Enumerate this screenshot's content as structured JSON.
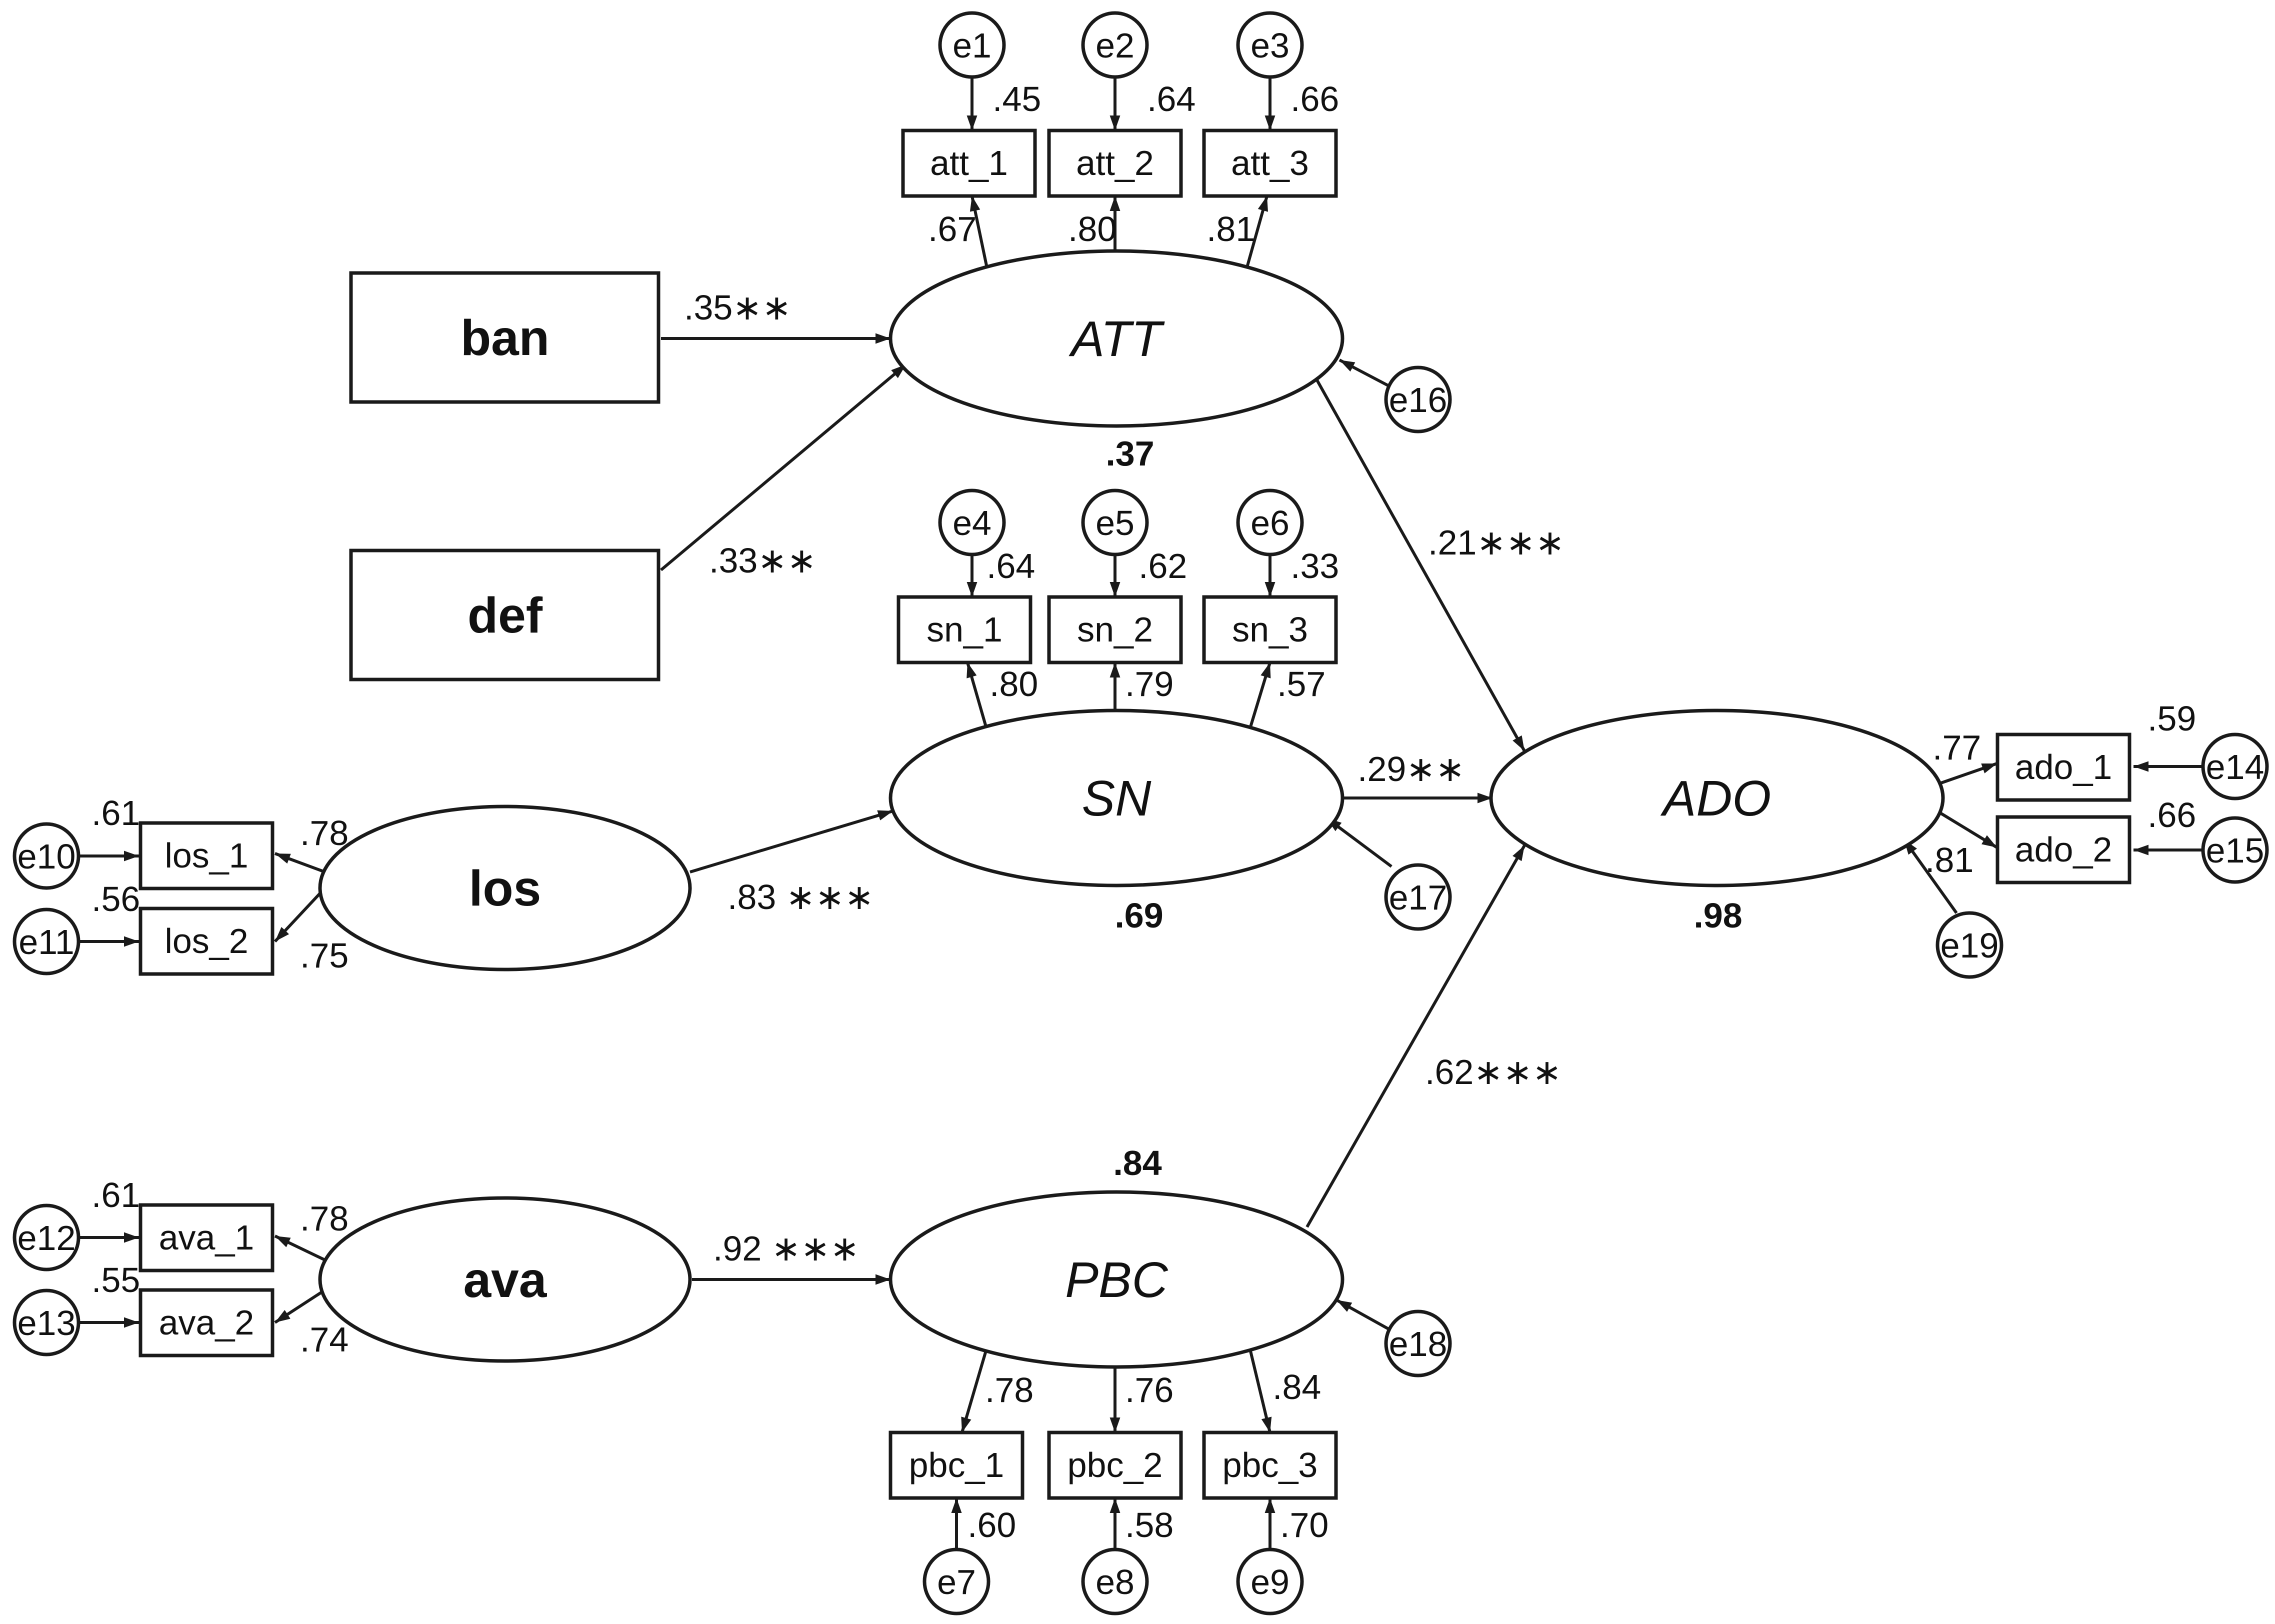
{
  "constructs": {
    "ban": "ban",
    "def": "def",
    "los": "los",
    "ava": "ava",
    "ATT": "ATT",
    "SN": "SN",
    "PBC": "PBC",
    "ADO": "ADO"
  },
  "indicators": {
    "att_1": "att_1",
    "att_2": "att_2",
    "att_3": "att_3",
    "sn_1": "sn_1",
    "sn_2": "sn_2",
    "sn_3": "sn_3",
    "pbc_1": "pbc_1",
    "pbc_2": "pbc_2",
    "pbc_3": "pbc_3",
    "los_1": "los_1",
    "los_2": "los_2",
    "ava_1": "ava_1",
    "ava_2": "ava_2",
    "ado_1": "ado_1",
    "ado_2": "ado_2"
  },
  "errors": {
    "e1": "e1",
    "e2": "e2",
    "e3": "e3",
    "e4": "e4",
    "e5": "e5",
    "e6": "e6",
    "e7": "e7",
    "e8": "e8",
    "e9": "e9",
    "e10": "e10",
    "e11": "e11",
    "e12": "e12",
    "e13": "e13",
    "e14": "e14",
    "e15": "e15",
    "e16": "e16",
    "e17": "e17",
    "e18": "e18",
    "e19": "e19"
  },
  "loadings": {
    "att_1": ".67",
    "att_2": ".80",
    "att_3": ".81",
    "sn_1": ".80",
    "sn_2": ".79",
    "sn_3": ".57",
    "pbc_1": ".78",
    "pbc_2": ".76",
    "pbc_3": ".84",
    "los_1": ".78",
    "los_2": ".75",
    "ava_1": ".78",
    "ava_2": ".74",
    "ado_1": ".77",
    "ado_2": ".81"
  },
  "item_r2": {
    "att_1": ".45",
    "att_2": ".64",
    "att_3": ".66",
    "sn_1": ".64",
    "sn_2": ".62",
    "sn_3": ".33",
    "pbc_1": ".60",
    "pbc_2": ".58",
    "pbc_3": ".70",
    "los_1": ".61",
    "los_2": ".56",
    "ava_1": ".61",
    "ava_2": ".55",
    "ado_1": ".59",
    "ado_2": ".66"
  },
  "paths": {
    "ban_ATT": ".35∗∗",
    "def_ATT": ".33∗∗",
    "los_SN": ".83 ∗∗∗",
    "ava_PBC": ".92 ∗∗∗",
    "ATT_ADO": ".21∗∗∗",
    "SN_ADO": ".29∗∗",
    "PBC_ADO": ".62∗∗∗"
  },
  "latent_r2": {
    "ATT": ".37",
    "SN": ".69",
    "PBC": ".84",
    "ADO": ".98"
  }
}
